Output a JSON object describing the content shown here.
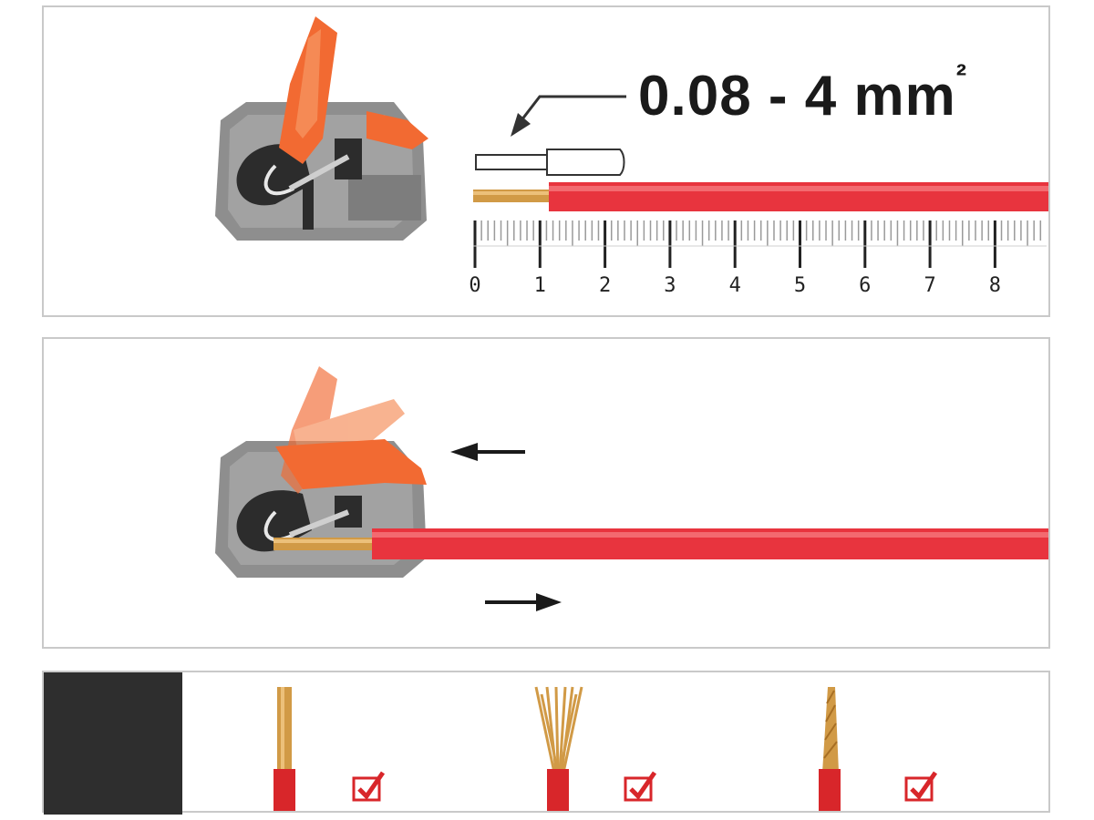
{
  "panel1": {
    "spec_value": "0.08 - 4 mm",
    "spec_superscript": "²",
    "ruler": {
      "unit_labels": [
        "0",
        "1",
        "2",
        "3",
        "4",
        "5",
        "6",
        "7",
        "8"
      ]
    }
  },
  "panel3": {
    "wire_types": [
      {
        "name": "solid-wire",
        "accepted": true
      },
      {
        "name": "stranded-wire",
        "accepted": true
      },
      {
        "name": "twisted-stranded-wire",
        "accepted": true
      }
    ]
  },
  "colors": {
    "lever": "#f26a32",
    "housing": "#8e8e8e",
    "insulation": "#e8343e",
    "copper": "#d19a46",
    "check": "#d8262a",
    "panel_border": "#c9c9c9"
  }
}
